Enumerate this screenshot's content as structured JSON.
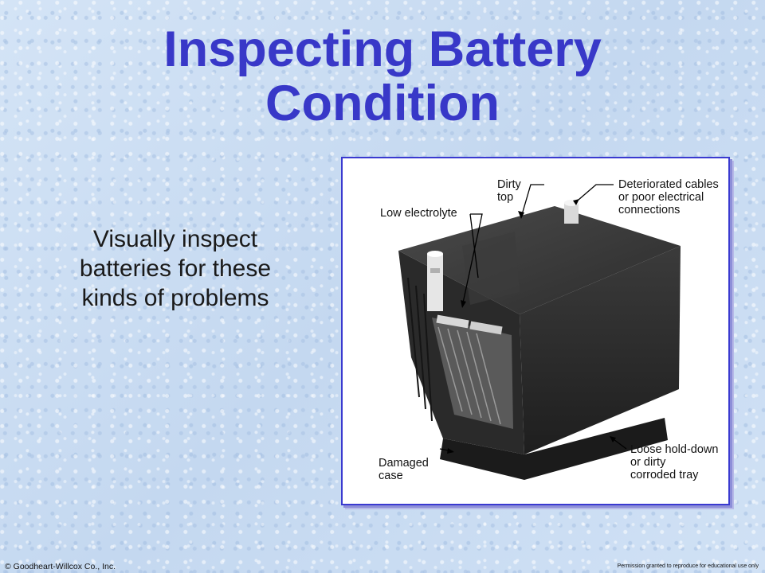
{
  "title": {
    "line1": "Inspecting Battery",
    "line2": "Condition"
  },
  "body": {
    "line1": "Visually inspect",
    "line2": "batteries for these",
    "line3": "kinds of problems"
  },
  "figure": {
    "callouts": {
      "dirty_top": [
        "Dirty",
        "top"
      ],
      "deteriorated_cables": [
        "Deteriorated cables",
        "or poor electrical",
        "connections"
      ],
      "low_electrolyte": [
        "Low electrolyte"
      ],
      "damaged_case": [
        "Damaged",
        "case"
      ],
      "loose_hold_down": [
        "Loose hold-down",
        "or dirty",
        "corroded tray"
      ]
    }
  },
  "footer": {
    "copyright": "© Goodheart-Willcox Co., Inc.",
    "permission": "Permission granted to reproduce for educational use only"
  }
}
